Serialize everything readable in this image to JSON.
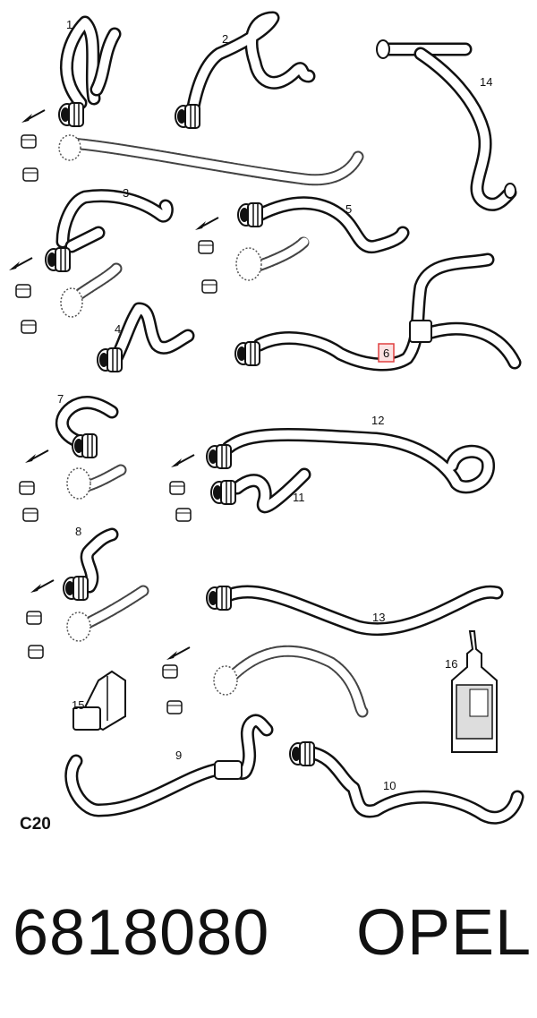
{
  "diagram": {
    "callouts": [
      "1",
      "2",
      "3",
      "4",
      "5",
      "6",
      "7",
      "8",
      "9",
      "10",
      "11",
      "12",
      "13",
      "14",
      "15",
      "16"
    ],
    "highlighted": "6",
    "highlight_color": "#e04040",
    "highlight_fill": "#fbe3e3",
    "code": "C20",
    "bottle_label": "16"
  },
  "footer": {
    "part_number": "6818080",
    "brand": "OPEL"
  }
}
